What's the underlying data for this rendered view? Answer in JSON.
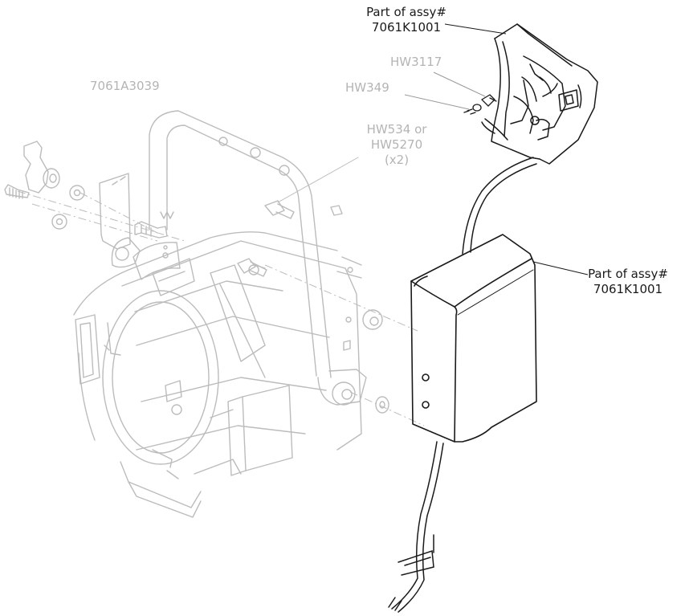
{
  "colors": {
    "ghost": "#bcbcbc",
    "ink": "#1a1a1a",
    "ghost_text": "#b4b4b4",
    "background": "#ffffff"
  },
  "labels": {
    "yoke_part": "7061A3039",
    "assy_top_line1": "Part of assy#",
    "assy_top_line2": "7061K1001",
    "screw_small": "HW3117",
    "washer_small": "HW349",
    "bolt_line1": "HW534 or",
    "bolt_line2": "HW5270",
    "bolt_line3": "(x2)",
    "assy_box_line1": "Part of assy#",
    "assy_box_line2": "7061K1001"
  }
}
